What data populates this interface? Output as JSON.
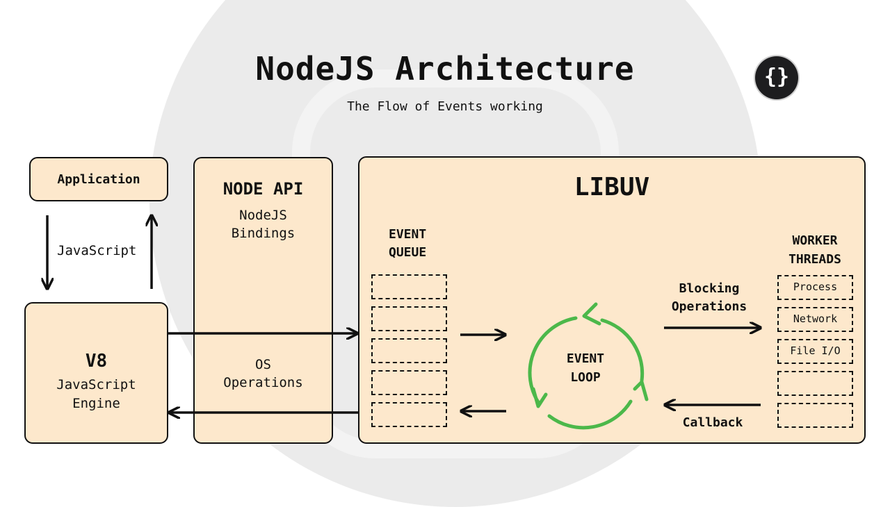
{
  "header": {
    "title": "NodeJS Architecture",
    "subtitle": "The Flow of Events working",
    "logo_text": "{}"
  },
  "application": {
    "label": "Application"
  },
  "js_arrow_label": "JavaScript",
  "v8": {
    "title": "V8",
    "line1": "JavaScript",
    "line2": "Engine"
  },
  "node_api": {
    "title": "NODE API",
    "bindings_line1": "NodeJS",
    "bindings_line2": "Bindings",
    "os_line1": "OS",
    "os_line2": "Operations"
  },
  "libuv": {
    "title": "LIBUV",
    "event_queue_line1": "EVENT",
    "event_queue_line2": "QUEUE",
    "event_loop_line1": "EVENT",
    "event_loop_line2": "LOOP",
    "blocking_line1": "Blocking",
    "blocking_line2": "Operations",
    "callback_label": "Callback",
    "worker_line1": "WORKER",
    "worker_line2": "THREADS",
    "worker_slots": [
      "Process",
      "Network",
      "File I/O",
      "",
      ""
    ]
  },
  "colors": {
    "box_fill": "#fde8cc",
    "loop_green": "#4cb84a",
    "background_circle": "#ebebeb"
  }
}
